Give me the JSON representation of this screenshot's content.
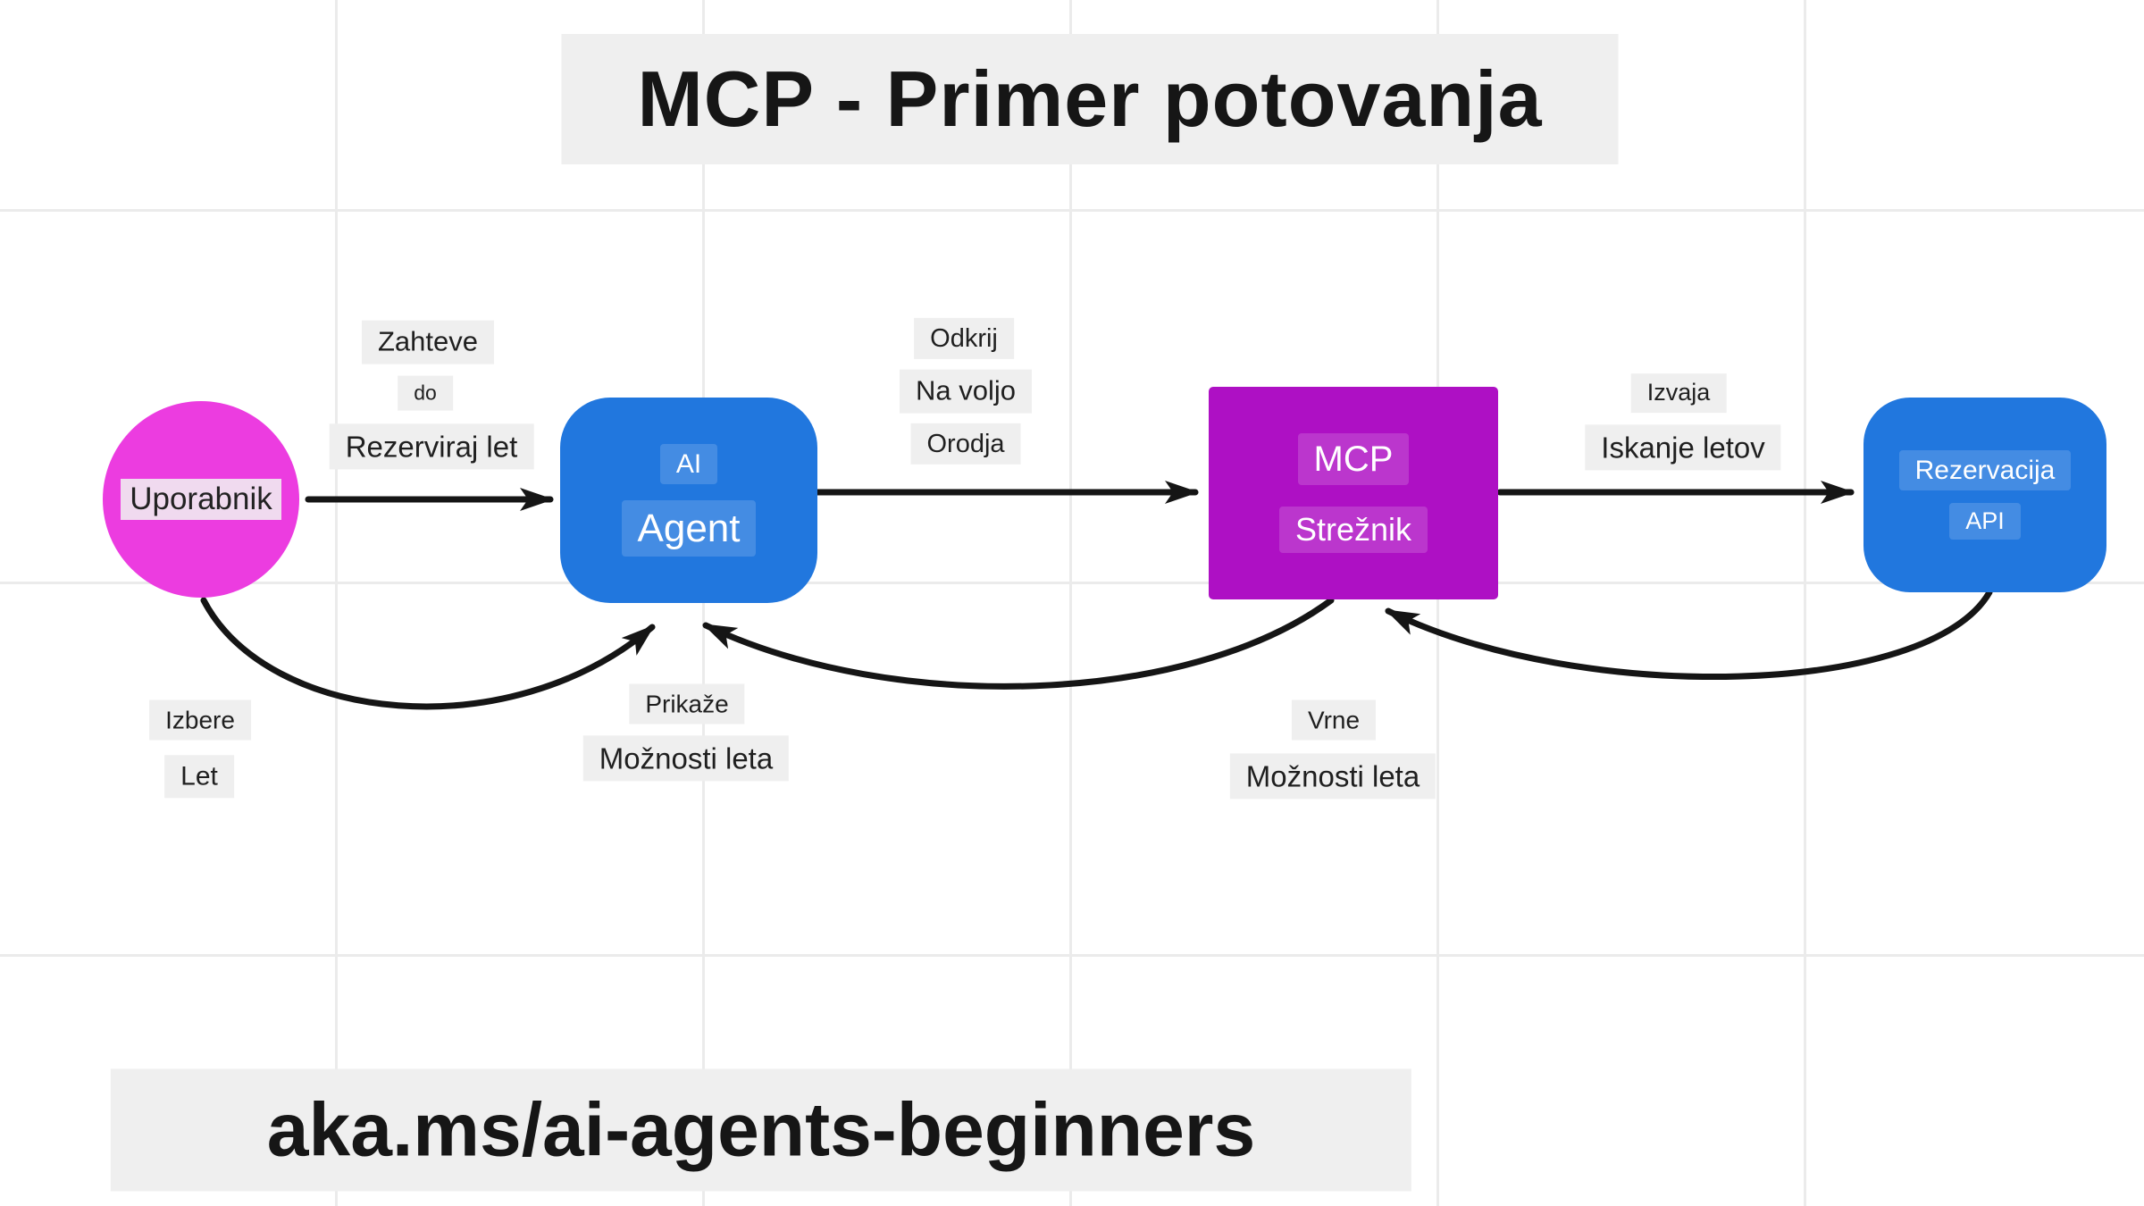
{
  "title": "MCP - Primer potovanja",
  "footer": "aka.ms/ai-agents-beginners",
  "colors": {
    "user_node": "#ec3ce0",
    "agent_node": "#2177de",
    "mcp_node": "#ae10c4",
    "api_node": "#2177de",
    "arrow": "#151515",
    "label_chip": "#efefef",
    "dark_text": "#1f1f1f",
    "light_text": "#ffffff",
    "grid_line": "#ebebeb",
    "background": "#ffffff"
  },
  "nodes": {
    "user": {
      "label": "Uporabnik"
    },
    "agent": {
      "line1": "AI",
      "line2": "Agent"
    },
    "mcp": {
      "line1": "MCP",
      "line2": "Strežnik"
    },
    "api": {
      "line1": "Rezervacija",
      "line2": "API"
    }
  },
  "edges": {
    "user_to_agent": {
      "labels": [
        "Zahteve",
        "do",
        "Rezerviraj let"
      ]
    },
    "agent_to_mcp": {
      "labels": [
        "Odkrij",
        "Na voljo",
        "Orodja"
      ]
    },
    "mcp_to_api": {
      "labels": [
        "Izvaja",
        "Iskanje letov"
      ]
    },
    "user_select": {
      "labels": [
        "Izbere",
        "Let"
      ]
    },
    "agent_display": {
      "labels": [
        "Prikaže",
        "Možnosti leta"
      ]
    },
    "mcp_return": {
      "labels": [
        "Vrne",
        "Možnosti leta"
      ]
    }
  }
}
